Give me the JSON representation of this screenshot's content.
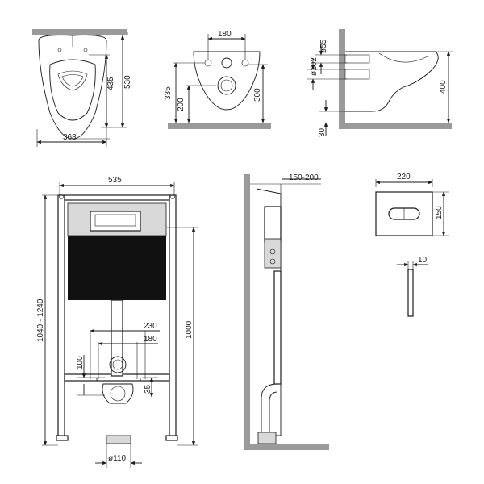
{
  "top_front": {
    "width": "368",
    "height_1": "435",
    "height_2": "530"
  },
  "top_rear": {
    "hole_spacing": "180",
    "height_a": "335",
    "height_b": "200",
    "height_c": "300"
  },
  "top_side": {
    "pipe_small": "ø55",
    "pipe_large": "ø102",
    "rim_height": "400",
    "clearance": "30"
  },
  "frame_front": {
    "width": "535",
    "height_range": "1040 - 1240",
    "height": "1000",
    "outer_spacing": "230",
    "inner_spacing": "180",
    "offset_100": "100",
    "offset_35": "35",
    "drain": "ø110"
  },
  "frame_side": {
    "depth": "150-200"
  },
  "plate": {
    "width": "220",
    "height": "150",
    "thickness": "10"
  }
}
